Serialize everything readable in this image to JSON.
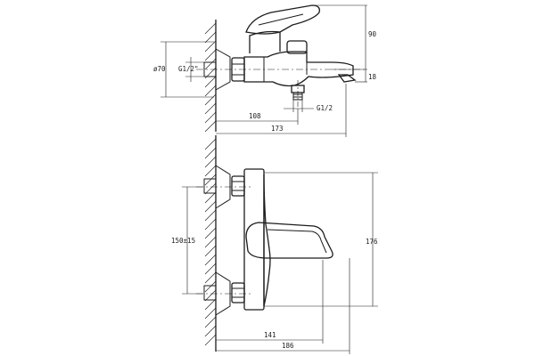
{
  "drawing": {
    "top_view": {
      "dim_height_90": "90",
      "dim_height_18": "18",
      "dim_diameter": "ø70",
      "dim_thread_inlet": "G1/2\"",
      "dim_thread_outlet": "G1/2",
      "dim_length_108": "108",
      "dim_length_173": "173"
    },
    "front_view": {
      "dim_spacing": "150±15",
      "dim_height_176": "176",
      "dim_length_141": "141",
      "dim_length_186": "186"
    }
  }
}
